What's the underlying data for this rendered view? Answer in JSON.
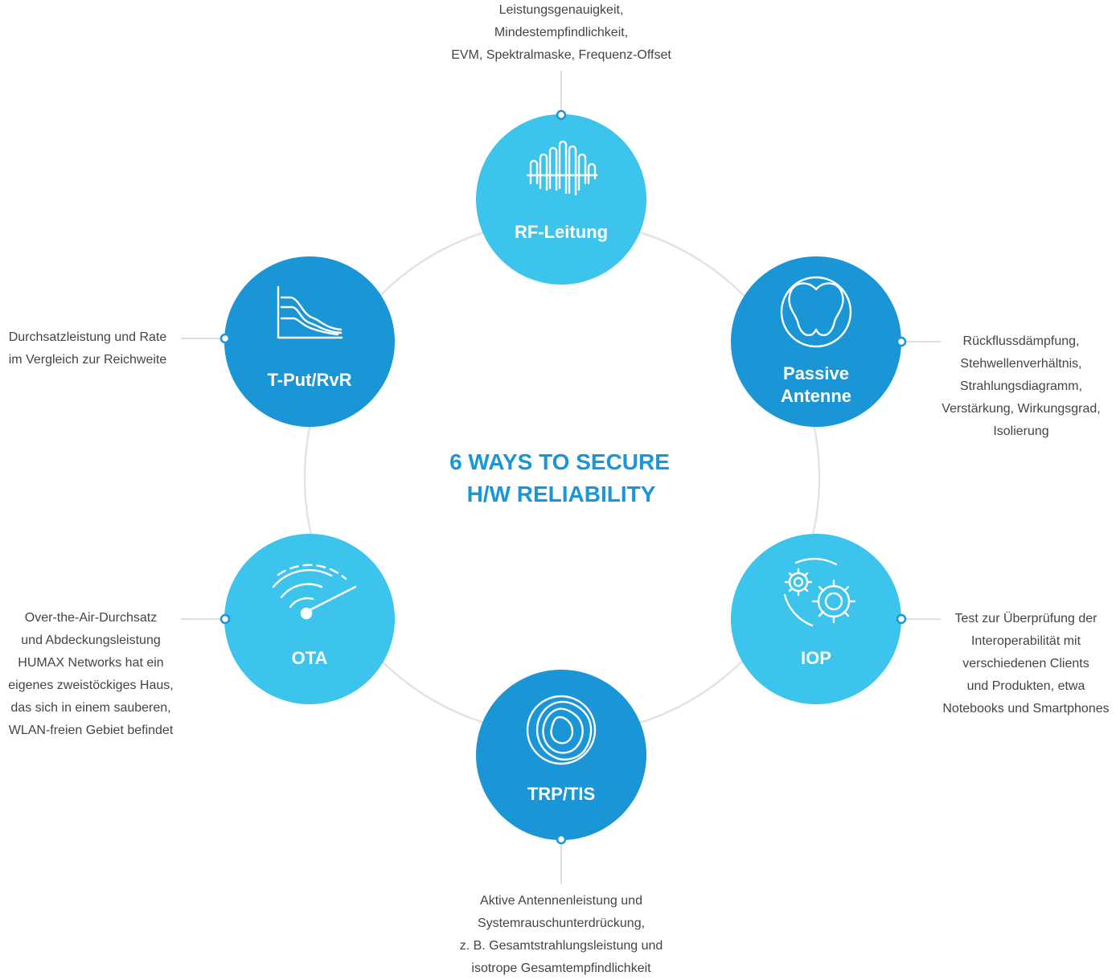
{
  "title": [
    "6 WAYS TO SECURE",
    "H/W RELIABILITY"
  ],
  "colors": {
    "dark": "#1a95d5",
    "light": "#3cc4ec",
    "ring": "#e3e3e3",
    "text": "#444444"
  },
  "nodes": [
    {
      "id": "rf",
      "label": [
        "RF-Leitung"
      ],
      "color": "light",
      "icon": "waveform-icon",
      "description": [
        "Leistungsgenauigkeit,",
        "Mindestempfindlichkeit,",
        "EVM, Spektralmaske, Frequenz-Offset"
      ]
    },
    {
      "id": "passive",
      "label": [
        "Passive",
        "Antenne"
      ],
      "color": "dark",
      "icon": "radiation-pattern-icon",
      "description": [
        "Rückflussdämpfung,",
        "Stehwellenverhältnis,",
        "Strahlungsdiagramm,",
        "Verstärkung, Wirkungsgrad,",
        "Isolierung"
      ]
    },
    {
      "id": "iop",
      "label": [
        "IOP"
      ],
      "color": "light",
      "icon": "gears-icon",
      "description": [
        "Test zur Überprüfung der",
        "Interoperabilität mit",
        "verschiedenen Clients",
        "und Produkten, etwa",
        "Notebooks und Smartphones"
      ]
    },
    {
      "id": "trp",
      "label": [
        "TRP/TIS"
      ],
      "color": "dark",
      "icon": "contour-icon",
      "description": [
        "Aktive Antennenleistung und",
        "Systemrauschunterdrückung,",
        "z. B. Gesamtstrahlungsleistung und",
        "isotrope Gesamtempfindlichkeit"
      ]
    },
    {
      "id": "ota",
      "label": [
        "OTA"
      ],
      "color": "light",
      "icon": "wifi-gauge-icon",
      "description": [
        "Over-the-Air-Durchsatz",
        "und Abdeckungsleistung",
        "HUMAX Networks hat ein",
        "eigenes zweistöckiges Haus,",
        "das sich in einem sauberen,",
        "WLAN-freien Gebiet befindet"
      ]
    },
    {
      "id": "tput",
      "label": [
        "T-Put/RvR"
      ],
      "color": "dark",
      "icon": "rate-chart-icon",
      "description": [
        "Durchsatzleistung und Rate",
        "im Vergleich zur Reichweite"
      ]
    }
  ]
}
